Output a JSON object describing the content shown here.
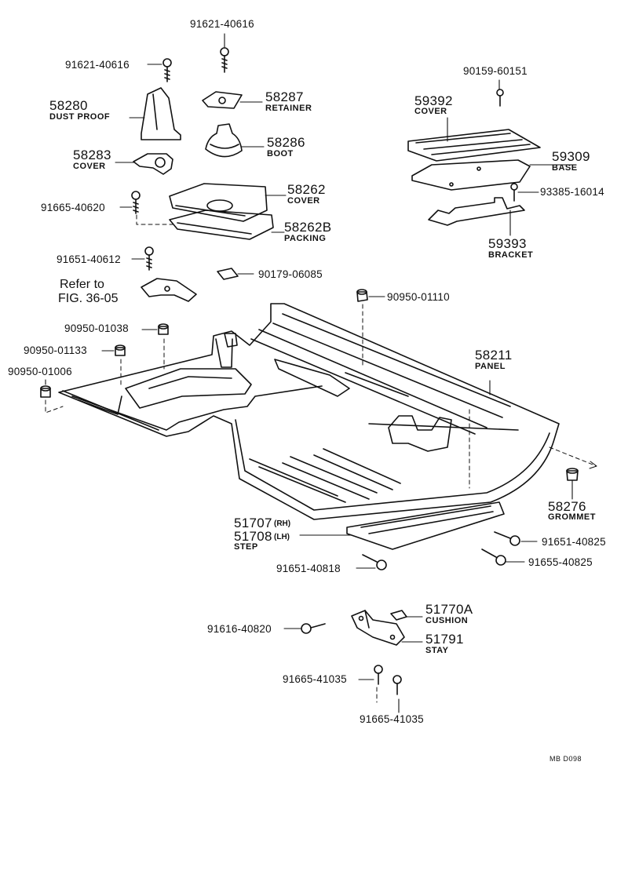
{
  "diagram_code": "MB  D098",
  "colors": {
    "ink": "#111111",
    "background": "#ffffff"
  },
  "fasteners": {
    "p91621_a": "91621-40616",
    "p91621_b": "91621-40616",
    "p90159": "90159-60151",
    "p91665_a": "91665-40620",
    "p93385": "93385-16014",
    "p91651_a": "91651-40612",
    "p90179": "90179-06085",
    "p90950_a": "90950-01110",
    "p90950_b": "90950-01038",
    "p90950_c": "90950-01133",
    "p90950_d": "90950-01006",
    "p91651_b": "91651-40825",
    "p91655": "91655-40825",
    "p91651_c": "91651-40818",
    "p91616": "91616-40820",
    "p91665_b": "91665-41035",
    "p91665_c": "91665-41035"
  },
  "parts": {
    "dust_proof": {
      "number": "58280",
      "name": "DUST PROOF"
    },
    "retainer": {
      "number": "58287",
      "name": "RETAINER"
    },
    "boot": {
      "number": "58286",
      "name": "BOOT"
    },
    "cover_58283": {
      "number": "58283",
      "name": "COVER"
    },
    "cover_58262": {
      "number": "58262",
      "name": "COVER"
    },
    "packing": {
      "number": "58262B",
      "name": "PACKING"
    },
    "cover_59392": {
      "number": "59392",
      "name": "COVER"
    },
    "base": {
      "number": "59309",
      "name": "BASE"
    },
    "bracket": {
      "number": "59393",
      "name": "BRACKET"
    },
    "panel": {
      "number": "58211",
      "name": "PANEL"
    },
    "grommet": {
      "number": "58276",
      "name": "GROMMET"
    },
    "step": {
      "number_rh": "51707",
      "side_rh": "(RH)",
      "number_lh": "51708",
      "side_lh": "(LH)",
      "name": "STEP"
    },
    "cushion": {
      "number": "51770A",
      "name": "CUSHION"
    },
    "stay": {
      "number": "51791",
      "name": "STAY"
    }
  },
  "reference": {
    "line1": "Refer to",
    "line2": "FIG. 36-05"
  }
}
